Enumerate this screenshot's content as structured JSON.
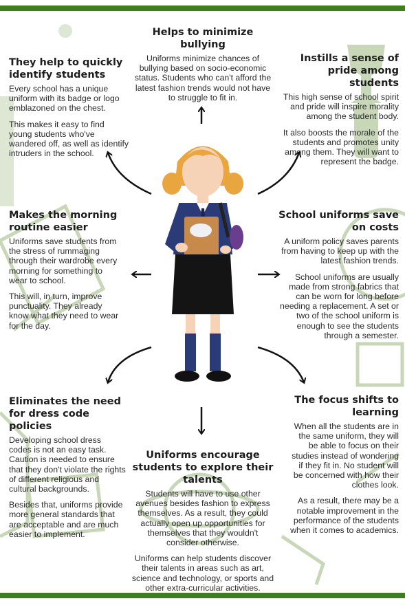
{
  "colors": {
    "accent_green": "#3f7d1f",
    "deco_green": "#c7d7b8"
  },
  "sections": {
    "bullying": {
      "title": "Helps to minimize bullying",
      "p1": "Uniforms minimize chances of bullying based on socio-economic status. Students who can't afford the latest fashion trends would not have to struggle to fit in."
    },
    "identify": {
      "title": "They help to quickly identify students",
      "p1": "Every school has a unique uniform with its badge or logo emblazoned on the chest.",
      "p2": "This makes it easy to find young students who've wandered off, as well as identify intruders in the school."
    },
    "pride": {
      "title": "Instills a sense of pride among students",
      "p1": "This high sense of school spirit and pride will inspire morality among the student body.",
      "p2": "It also boosts the morale of the students and promotes unity among them. They will want to represent the badge."
    },
    "morning": {
      "title": "Makes the morning routine easier",
      "p1": "Uniforms save students from the stress of rummaging through their wardrobe every morning for something to wear to school.",
      "p2": "This will, in turn, improve punctuality. They already know what they need to wear for the day."
    },
    "costs": {
      "title": "School uniforms save on costs",
      "p1": "A uniform policy saves parents from having to keep up with the latest fashion trends.",
      "p2": "School uniforms are usually made from strong fabrics that can be worn for long before needing a replacement. A set or two of the school uniform is enough to see the students through a semester."
    },
    "dresscode": {
      "title": "Eliminates the need for dress code policies",
      "p1": "Developing school dress codes is not an easy task. Caution is needed to ensure that they don't violate the rights of different religious and cultural backgrounds.",
      "p2": "Besides that, uniforms provide more general standards that are acceptable and are much easier to implement."
    },
    "talents": {
      "title": "Uniforms encourage students to explore their talents",
      "p1": "Students will have to use other avenues besides fashion to express themselves. As a result, they could actually open up opportunities for themselves that they wouldn't consider otherwise.",
      "p2": "Uniforms can help students discover their talents in areas such as art, science and technology, or sports and other extra-curricular activities."
    },
    "learning": {
      "title": "The focus shifts to learning",
      "p1": "When all the students are in the same uniform, they will be able to focus on their studies instead of wondering if they fit in. No student will be concerned with how their clothes look.",
      "p2": "As a result, there may be a notable improvement in the performance of the students when it comes to academics."
    }
  }
}
